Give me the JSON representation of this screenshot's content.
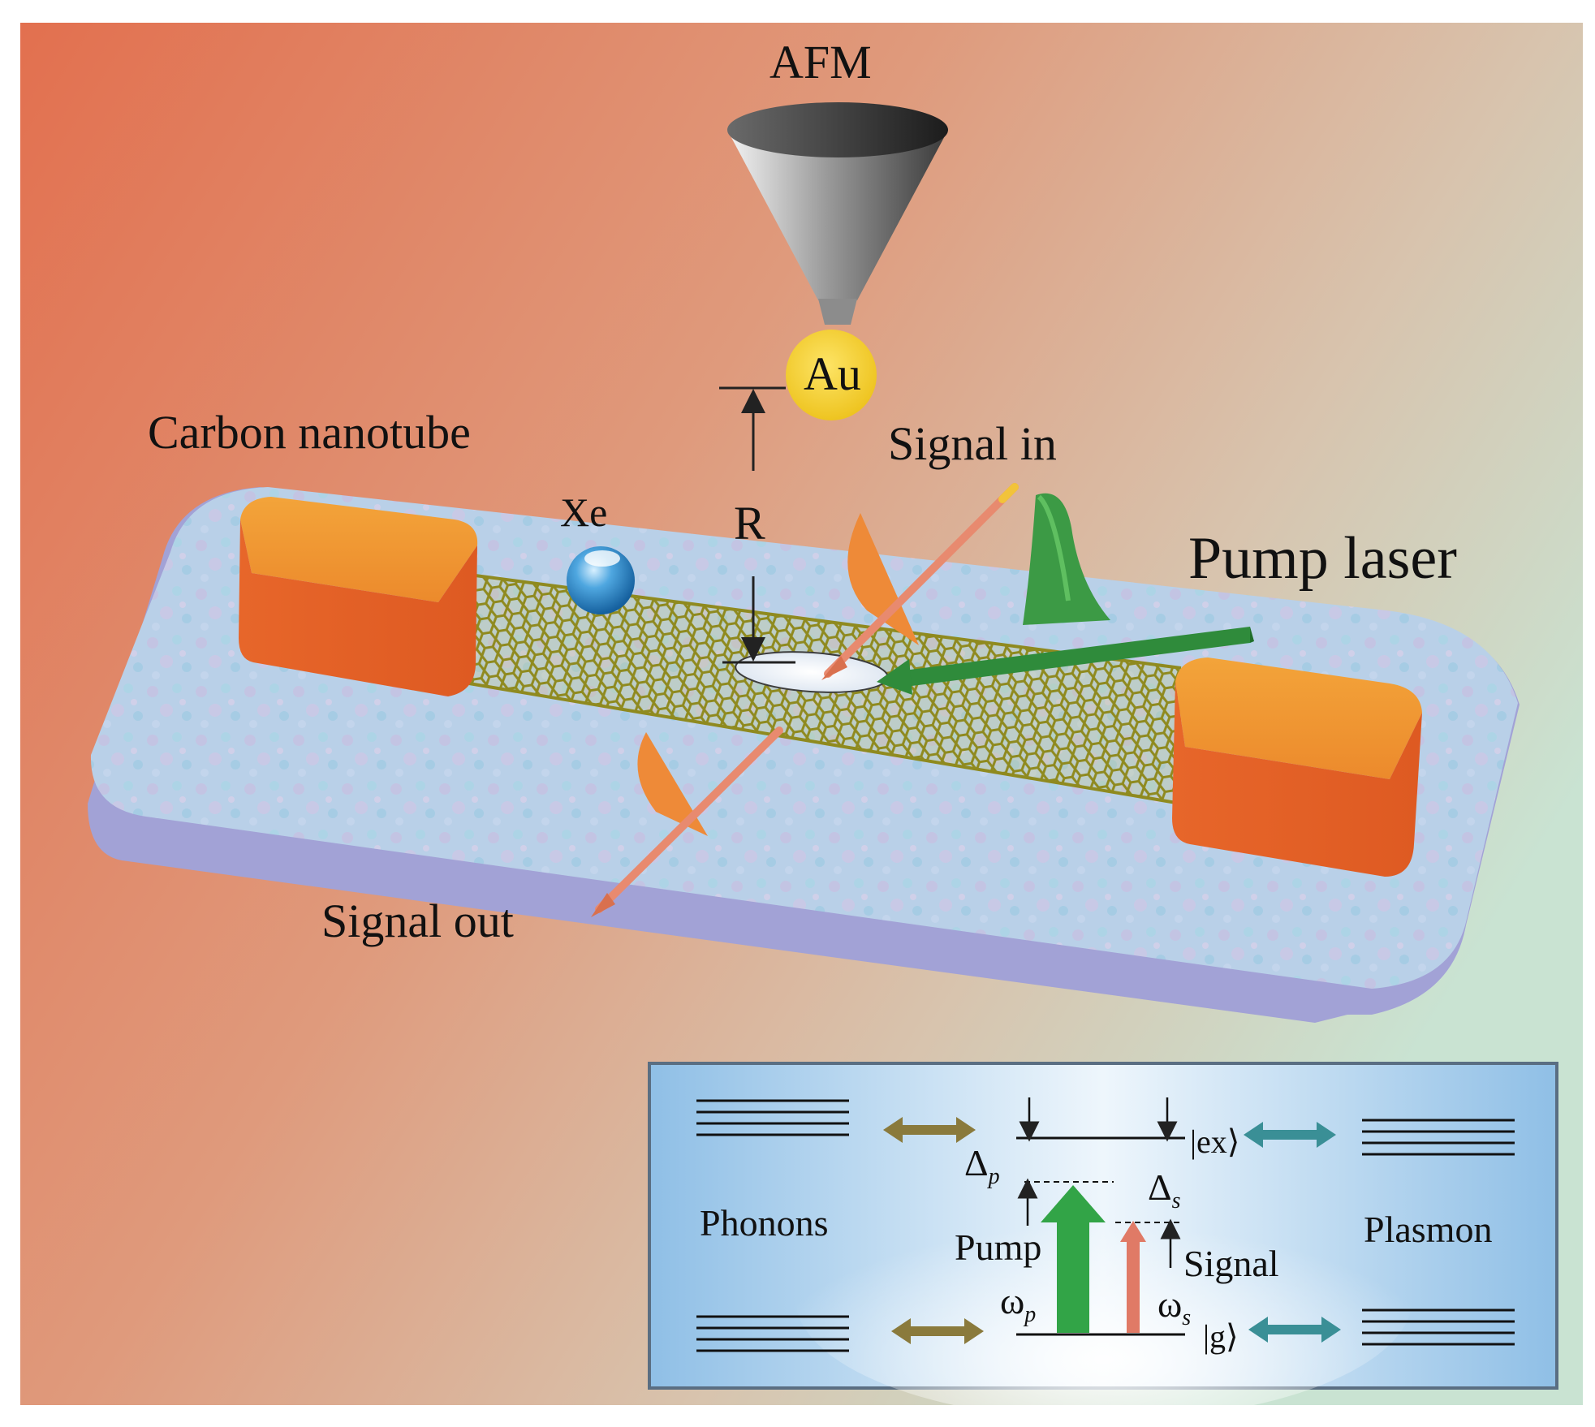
{
  "labels": {
    "afm": "AFM",
    "au": "Au",
    "carbon_nanotube": "Carbon nanotube",
    "xe": "Xe",
    "r": "R",
    "signal_in": "Signal in",
    "pump_laser": "Pump laser",
    "signal_out": "Signal out"
  },
  "inset": {
    "phonons": "Phonons",
    "plasmon": "Plasmon",
    "excited_state": "|ex⟩",
    "ground_state": "|g⟩",
    "delta_p": "Δ",
    "delta_p_sub": "p",
    "delta_s": "Δ",
    "delta_s_sub": "s",
    "pump": "Pump",
    "signal": "Signal",
    "omega_p": "ω",
    "omega_p_sub": "p",
    "omega_s": "ω",
    "omega_s_sub": "s"
  },
  "colors": {
    "background_left": "#e07658",
    "background_right": "#cfe3d6",
    "substrate_top": "#b7cde6",
    "substrate_side": "#a6a8d8",
    "electrode": "#e86a28",
    "nanotube": "#9c9a2c",
    "pump_arrow": "#3aa04a",
    "signal_arrow": "#e9876a",
    "phonon_arrow": "#8b7a3a",
    "plasmon_arrow": "#3a8f95",
    "au_sphere": "#f2cf2f",
    "inset_bg": "#9fc8e8"
  }
}
